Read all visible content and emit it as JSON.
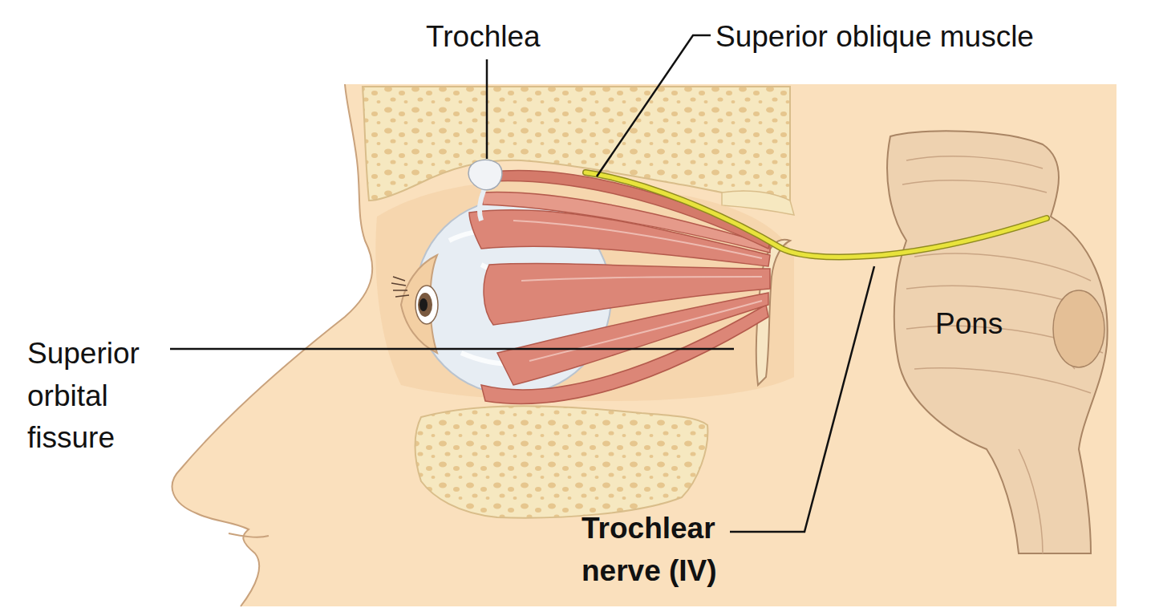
{
  "diagram": {
    "labels": [
      "Trochlea",
      "Superior oblique muscle",
      "Superior orbital fissure",
      "Pons",
      "Trochlear nerve (IV)"
    ]
  }
}
